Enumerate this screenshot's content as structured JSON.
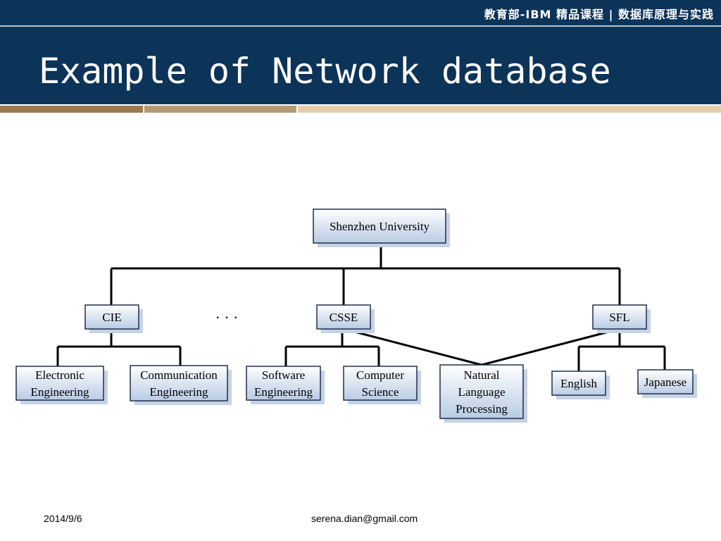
{
  "header": {
    "course_banner": "教育部-IBM 精品课程 | 数据库原理与实践",
    "title": "Example of Network database"
  },
  "diagram": {
    "ellipsis": "· · ·",
    "nodes": {
      "root": [
        "Shenzhen University"
      ],
      "cie": [
        "CIE"
      ],
      "csse": [
        "CSSE"
      ],
      "sfl": [
        "SFL"
      ],
      "electronic": [
        "Electronic",
        "Engineering"
      ],
      "communication": [
        "Communication",
        "Engineering"
      ],
      "software": [
        "Software",
        "Engineering"
      ],
      "computer": [
        "Computer",
        "Science"
      ],
      "nlp": [
        "Natural",
        "Language",
        "Processing"
      ],
      "english": [
        "English"
      ],
      "japanese": [
        "Japanese"
      ]
    }
  },
  "footer": {
    "date": "2014/9/6",
    "email": "serena.dian@gmail.com"
  },
  "colors": {
    "header_bg": "#0c3358",
    "node_fill_top": "#ffffff",
    "node_fill_bottom": "#b9cbe4",
    "node_border": "#1f2f4a",
    "node_shadow": "#c6d2e5",
    "connector": "#000000"
  }
}
